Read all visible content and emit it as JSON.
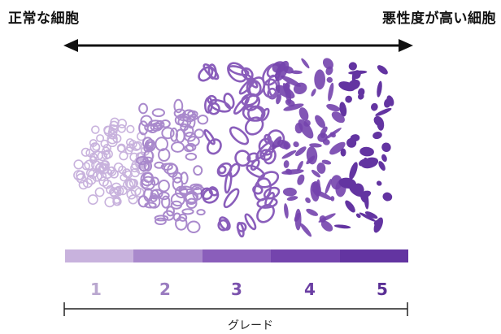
{
  "labels": {
    "left": "正常な細胞",
    "right": "悪性度が高い細胞",
    "axis": "グレード"
  },
  "grades": [
    {
      "label": "1",
      "color": "#c8b2dd",
      "text_color": "#b9a7cf"
    },
    {
      "label": "2",
      "color": "#a989cc",
      "text_color": "#9a7cc0"
    },
    {
      "label": "3",
      "color": "#8a5ebb",
      "text_color": "#7b52ad"
    },
    {
      "label": "4",
      "color": "#7444ad",
      "text_color": "#6a3ea3"
    },
    {
      "label": "5",
      "color": "#6334a1",
      "text_color": "#5a2f95"
    }
  ],
  "icons": [
    "double-arrow-icon",
    "tissue-illustration"
  ]
}
